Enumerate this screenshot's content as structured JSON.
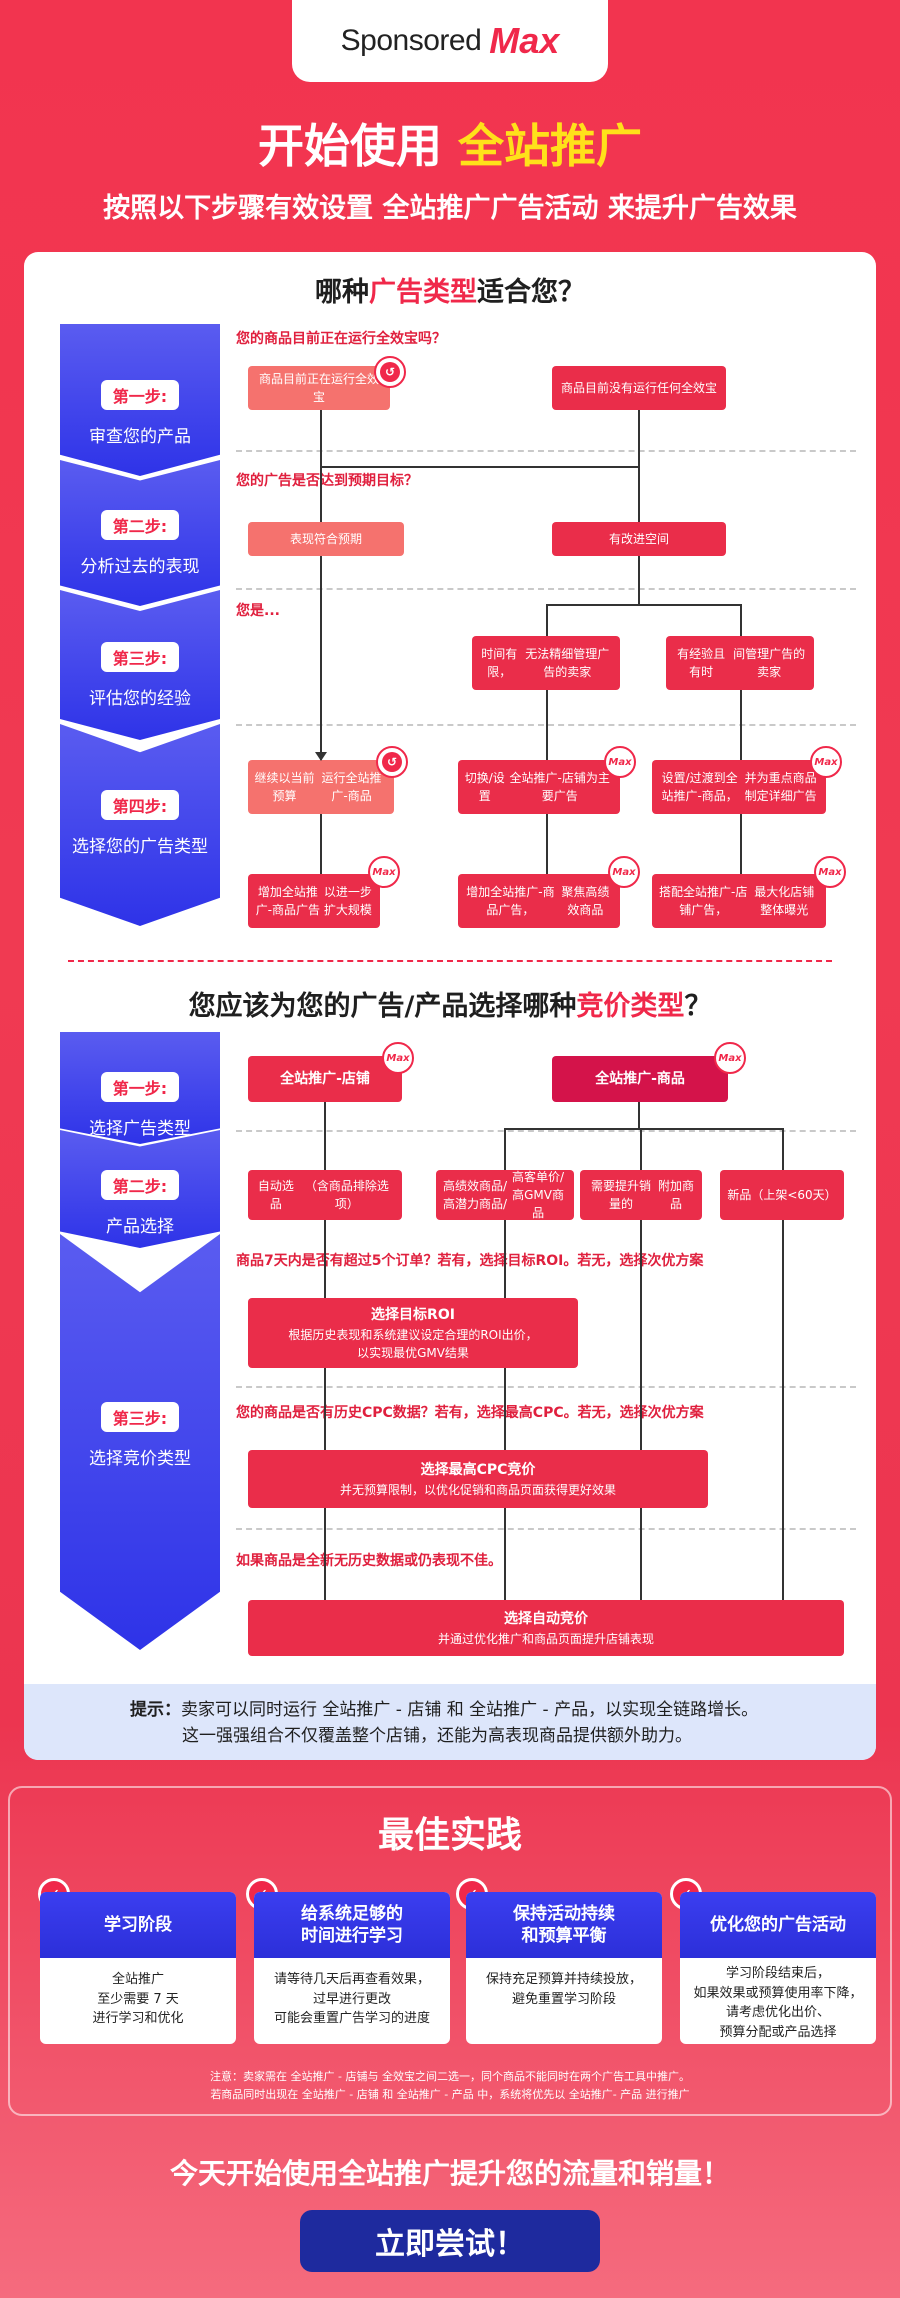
{
  "header": {
    "logo_text": "Sponsored",
    "logo_max": "Max",
    "title_prefix": "开始使用 ",
    "title_highlight": "全站推广",
    "subtitle": "按照以下步骤有效设置 全站推广广告活动 来提升广告效果"
  },
  "section1": {
    "title_a": "哪种",
    "title_b": "广告类型",
    "title_c": "适合您？",
    "steps": [
      {
        "pill": "第一步:",
        "label": "审查您的产品"
      },
      {
        "pill": "第二步:",
        "label": "分析过去的表现"
      },
      {
        "pill": "第三步:",
        "label": "评估您的经验"
      },
      {
        "pill": "第四步:",
        "label": "选择您的广告类型"
      }
    ],
    "q1": "您的商品目前正在运行全效宝吗？",
    "q2": "您的广告是否达到预期目标？",
    "q3": "您是...",
    "n_running": "商品目前正在运行全效宝",
    "n_not_running": "商品目前没有运行任何全效宝",
    "n_met": "表现符合预期",
    "n_room": "有改进空间",
    "n_limited_1": "时间有限，",
    "n_limited_2": "无法精细管理广告的卖家",
    "n_experienced_1": "有经验且有时",
    "n_experienced_2": "间管理广告的卖家",
    "n_continue_1": "继续以当前预算",
    "n_continue_2": "运行全站推广-商品",
    "n_switch_1": "切换/设置",
    "n_switch_2": "全站推广-店铺为主要广告",
    "n_setup_1": "设置/过渡到全站推广-商品，",
    "n_setup_2": "并为重点商品制定详细广告",
    "n_add1_1": "增加全站推广-商品广告",
    "n_add1_2": "以进一步扩大规模",
    "n_add2_1": "增加全站推广-商品广告，",
    "n_add2_2": "聚焦高绩效商品",
    "n_combo_1": "搭配全站推广-店铺广告，",
    "n_combo_2": "最大化店铺整体曝光"
  },
  "section2": {
    "title_a": "您应该为您的广告/产品选择哪种",
    "title_b": "竞价类型",
    "title_c": "？",
    "steps": [
      {
        "pill": "第一步:",
        "label": "选择广告类型"
      },
      {
        "pill": "第二步:",
        "label": "产品选择"
      },
      {
        "pill": "第三步:",
        "label": "选择竞价类型"
      }
    ],
    "n_shop": "全站推广-店铺",
    "n_product": "全站推广-商品",
    "n_auto_1": "自动选品",
    "n_auto_2": "（含商品排除选项）",
    "n_high_1": "高绩效商品/高潜力商品/",
    "n_high_2": "高客单价/高GMV商品",
    "n_boost_1": "需要提升销量的",
    "n_boost_2": "附加商品",
    "n_new_1": "新品",
    "n_new_2": "（上架<60天）",
    "q1": "商品7天内是否有超过5个订单？若有，选择目标ROI。若无，选择次优方案",
    "q2": "您的商品是否有历史CPC数据？若有，选择最高CPC。若无，选择次优方案",
    "q3": "如果商品是全新无历史数据或仍表现不佳。",
    "roi_title": "选择目标ROI",
    "roi_1": "根据历史表现和系统建议设定合理的ROI出价，",
    "roi_2": "以实现最优GMV结果",
    "cpc_title": "选择最高CPC竞价",
    "cpc_1": "并无预算限制，以优化促销和商品页面获得更好效果",
    "auto_title": "选择自动竞价",
    "auto_1": "并通过优化推广和商品页面提升店铺表现"
  },
  "tip": {
    "label": "提示：",
    "line1": "卖家可以同时运行 全站推广 - 店铺 和 全站推广 - 产品，以实现全链路增长。",
    "line2": "这一强强组合不仅覆盖整个店铺，还能为高表现商品提供额外助力。"
  },
  "best": {
    "title": "最佳实践",
    "cards": [
      {
        "head": "学习阶段",
        "body": [
          "全站推广",
          "至少需要 7 天",
          "进行学习和优化"
        ]
      },
      {
        "head": "给系统足够的\n时间进行学习",
        "body": [
          "请等待几天后再查看效果，",
          "过早进行更改",
          "可能会重置广告学习的进度"
        ]
      },
      {
        "head": "保持活动持续\n和预算平衡",
        "body": [
          "保持充足预算并持续投放，",
          "避免重置学习阶段"
        ]
      },
      {
        "head": "优化您的广告活动",
        "body": [
          "学习阶段结束后，",
          "如果效果或预算使用率下降，",
          "请考虑优化出价、",
          "预算分配或产品选择"
        ]
      }
    ],
    "note1": "注意：卖家需在 全站推广 - 店铺与 全效宝之间二选一，同个商品不能同时在两个广告工具中推广。",
    "note2": "若商品同时出现在 全站推广 - 店铺 和 全站推广 - 产品 中，系统将优先以 全站推广- 产品 进行推广"
  },
  "cta": {
    "text": "今天开始使用全站推广提升您的流量和销量！",
    "button": "立即尝试！"
  },
  "icons": {
    "badge_text": "Max",
    "colors": {
      "brand_red": "#f0284a",
      "blue": "#2e33e8",
      "coral": "#f5726e",
      "highlight": "#ffe11a"
    }
  }
}
